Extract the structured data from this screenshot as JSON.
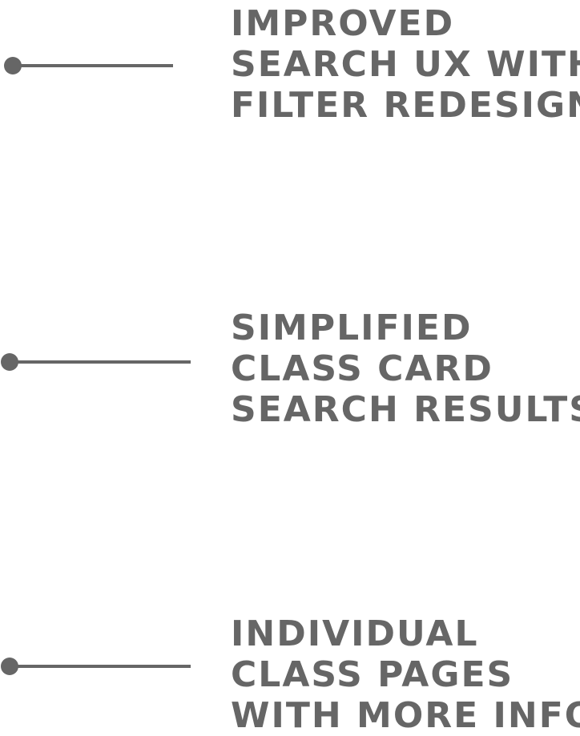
{
  "colors": {
    "ink": "#666666",
    "background": "#ffffff"
  },
  "callouts": [
    {
      "lines": [
        "IMPROVED",
        "SEARCH UX WITH",
        "FILTER REDESIGN"
      ]
    },
    {
      "lines": [
        "SIMPLIFIED",
        "CLASS CARD",
        "SEARCH RESULTS"
      ]
    },
    {
      "lines": [
        "INDIVIDUAL",
        "CLASS PAGES",
        "WITH MORE INFO"
      ]
    }
  ]
}
